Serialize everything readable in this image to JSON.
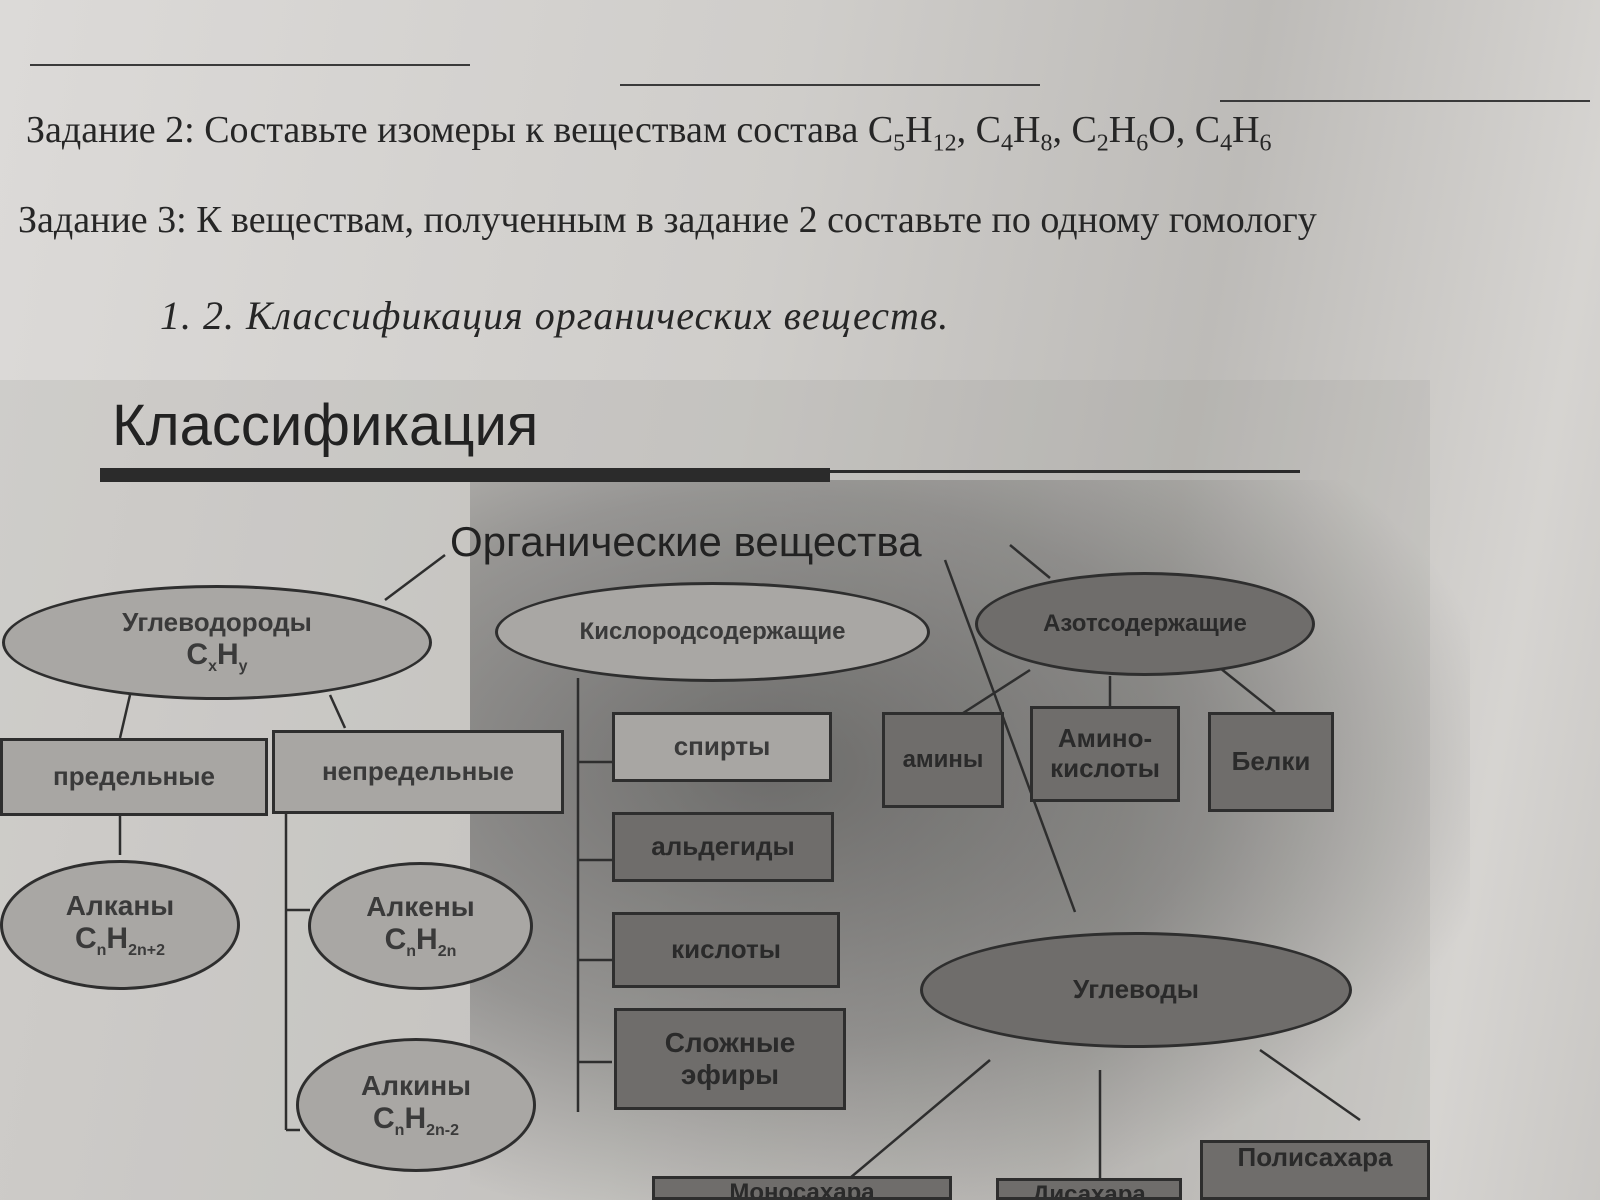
{
  "task2": {
    "prefix": "Задание 2: Составьте изомеры к веществам состава ",
    "formulas": [
      {
        "parts": [
          "C",
          "5",
          "H",
          "12"
        ]
      },
      {
        "parts": [
          "C",
          "4",
          "H",
          "8"
        ]
      },
      {
        "parts": [
          "C",
          "2",
          "H",
          "6",
          "O"
        ]
      },
      {
        "parts": [
          "C",
          "4",
          "H",
          "6"
        ]
      }
    ]
  },
  "task3": {
    "text": "Задание 3: К веществам, полученным в задание 2 составьте по одному гомологу"
  },
  "section": {
    "heading": "1. 2.  Классификация органических веществ."
  },
  "figure": {
    "title": "Классификация",
    "root": "Органические вещества",
    "hydrocarbons": {
      "label": "Углеводороды",
      "formula_base": "C",
      "formula_sub1": "x",
      "formula_h": "H",
      "formula_sub2": "y"
    },
    "oxygen": {
      "label": "Кислородсодержащие"
    },
    "nitrogen": {
      "label": "Азотсодержащие"
    },
    "saturated": "предельные",
    "unsaturated": "непредельные",
    "alkanes": {
      "label": "Алканы",
      "c": "C",
      "csub": "n",
      "h": "H",
      "hsub": "2n+2"
    },
    "alkenes": {
      "label": "Алкены",
      "c": "C",
      "csub": "n",
      "h": "H",
      "hsub": "2n"
    },
    "alkynes": {
      "label": "Алкины",
      "c": "C",
      "csub": "n",
      "h": "H",
      "hsub": "2n-2"
    },
    "alcohols": "спирты",
    "aldehydes": "альдегиды",
    "acids": "кислоты",
    "esters": [
      "Сложные",
      "эфиры"
    ],
    "amines": "амины",
    "amino_acids": [
      "Амино-",
      "кислоты"
    ],
    "proteins": "Белки",
    "carbohydrates": "Углеводы",
    "mono": "Моносахара",
    "di": "Дисахара",
    "poly": "Полисахара"
  }
}
